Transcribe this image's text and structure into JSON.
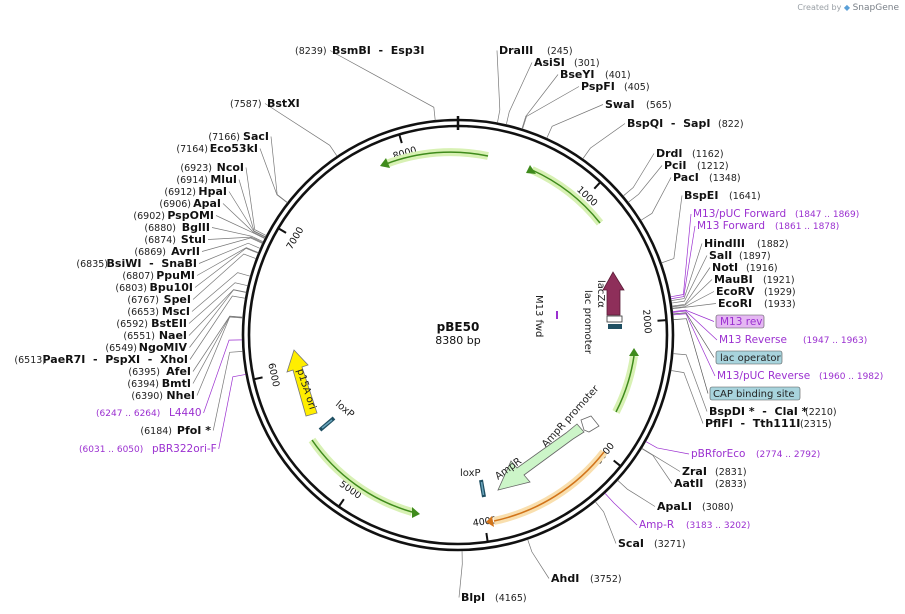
{
  "credit": {
    "prefix": "Created by",
    "brand": "SnapGene"
  },
  "plasmid": {
    "name": "pBE50",
    "size_label": "8380 bp",
    "length": 8380
  },
  "scale_ticks": [
    {
      "bp": 1000,
      "label": "1000"
    },
    {
      "bp": 2000,
      "label": "2000"
    },
    {
      "bp": 3000,
      "label": "3000"
    },
    {
      "bp": 4000,
      "label": "4000"
    },
    {
      "bp": 5000,
      "label": "5000"
    },
    {
      "bp": 6000,
      "label": "6000"
    },
    {
      "bp": 7000,
      "label": "7000"
    },
    {
      "bp": 8000,
      "label": "8000"
    }
  ],
  "enzymes_right": [
    {
      "name": "DraIII",
      "pos": "(245)",
      "bp": 245
    },
    {
      "name": "AsiSI",
      "pos": "(301)",
      "bp": 301
    },
    {
      "name": "BseYI",
      "pos": "(401)",
      "bp": 401
    },
    {
      "name": "PspFI",
      "pos": "(405)",
      "bp": 405
    },
    {
      "name": "SwaI",
      "pos": "(565)",
      "bp": 565
    },
    {
      "name": "BspQI  -  SapI",
      "pos": "(822)",
      "bp": 822
    },
    {
      "name": "DrdI",
      "pos": "(1162)",
      "bp": 1162
    },
    {
      "name": "PciI",
      "pos": "(1212)",
      "bp": 1212
    },
    {
      "name": "PacI",
      "pos": "(1348)",
      "bp": 1348
    },
    {
      "name": "BspEI",
      "pos": "(1641)",
      "bp": 1641
    },
    {
      "name": "HindIII",
      "pos": "(1882)",
      "bp": 1882
    },
    {
      "name": "SalI",
      "pos": "(1897)",
      "bp": 1897
    },
    {
      "name": "NotI",
      "pos": "(1916)",
      "bp": 1916
    },
    {
      "name": "MauBI",
      "pos": "(1921)",
      "bp": 1921
    },
    {
      "name": "EcoRV",
      "pos": "(1929)",
      "bp": 1929
    },
    {
      "name": "EcoRI",
      "pos": "(1933)",
      "bp": 1933
    },
    {
      "name": "BspDI *  -  ClaI *",
      "pos": "(2210)",
      "bp": 2210
    },
    {
      "name": "PflFI  -  Tth111I",
      "pos": "(2315)",
      "bp": 2315
    },
    {
      "name": "ZraI",
      "pos": "(2831)",
      "bp": 2831
    },
    {
      "name": "AatII",
      "pos": "(2833)",
      "bp": 2833
    },
    {
      "name": "ApaLI",
      "pos": "(3080)",
      "bp": 3080
    },
    {
      "name": "ScaI",
      "pos": "(3271)",
      "bp": 3271
    },
    {
      "name": "AhdI",
      "pos": "(3752)",
      "bp": 3752
    },
    {
      "name": "BlpI",
      "pos": "(4165)",
      "bp": 4165
    }
  ],
  "enzymes_left": [
    {
      "name": "BsmBI  -  Esp3I",
      "pos": "(8239)",
      "bp": 8239
    },
    {
      "name": "BstXI",
      "pos": "(7587)",
      "bp": 7587
    },
    {
      "name": "SacI",
      "pos": "(7166)",
      "bp": 7166
    },
    {
      "name": "Eco53kI",
      "pos": "(7164)",
      "bp": 7164
    },
    {
      "name": "NcoI",
      "pos": "(6923)",
      "bp": 6923
    },
    {
      "name": "MluI",
      "pos": "(6914)",
      "bp": 6914
    },
    {
      "name": "HpaI",
      "pos": "(6912)",
      "bp": 6912
    },
    {
      "name": "ApaI",
      "pos": "(6906)",
      "bp": 6906
    },
    {
      "name": "PspOMI",
      "pos": "(6902)",
      "bp": 6902
    },
    {
      "name": "BglII",
      "pos": "(6880)",
      "bp": 6880
    },
    {
      "name": "StuI",
      "pos": "(6874)",
      "bp": 6874
    },
    {
      "name": "AvrII",
      "pos": "(6869)",
      "bp": 6869
    },
    {
      "name": "BsiWI  -  SnaBI",
      "pos": "(6835)",
      "bp": 6835
    },
    {
      "name": "PpuMI",
      "pos": "(6807)",
      "bp": 6807
    },
    {
      "name": "Bpu10I",
      "pos": "(6803)",
      "bp": 6803
    },
    {
      "name": "SpeI",
      "pos": "(6767)",
      "bp": 6767
    },
    {
      "name": "MscI",
      "pos": "(6653)",
      "bp": 6653
    },
    {
      "name": "BstEII",
      "pos": "(6592)",
      "bp": 6592
    },
    {
      "name": "NaeI",
      "pos": "(6551)",
      "bp": 6551
    },
    {
      "name": "NgoMIV",
      "pos": "(6549)",
      "bp": 6549
    },
    {
      "name": "PaeR7I  -  PspXI  -  XhoI",
      "pos": "(6513)",
      "bp": 6513
    },
    {
      "name": "AfeI",
      "pos": "(6395)",
      "bp": 6395
    },
    {
      "name": "BmtI",
      "pos": "(6394)",
      "bp": 6394
    },
    {
      "name": "NheI",
      "pos": "(6390)",
      "bp": 6390
    },
    {
      "name": "PfoI *",
      "pos": "(6184)",
      "bp": 6184
    }
  ],
  "primers_right": [
    {
      "name": "M13/pUC Forward",
      "pos": "(1847 .. 1869)",
      "bp": 1858,
      "boxed": false
    },
    {
      "name": "M13 Forward",
      "pos": "(1861 .. 1878)",
      "bp": 1870,
      "boxed": false
    },
    {
      "name": "M13 rev",
      "pos": "",
      "bp": 1950,
      "boxed": true
    },
    {
      "name": "M13 Reverse",
      "pos": "(1947 .. 1963)",
      "bp": 1955,
      "boxed": false
    },
    {
      "name": "M13/pUC Reverse",
      "pos": "(1960 .. 1982)",
      "bp": 1971,
      "boxed": false
    },
    {
      "name": "pBRforEco",
      "pos": "(2774 .. 2792)",
      "bp": 2783,
      "boxed": false
    },
    {
      "name": "Amp-R",
      "pos": "(3183 .. 3202)",
      "bp": 3192,
      "boxed": false
    }
  ],
  "primers_left": [
    {
      "name": "L4440",
      "pos": "(6247 .. 6264)",
      "bp": 6255
    },
    {
      "name": "pBR322ori-F",
      "pos": "(6031 .. 6050)",
      "bp": 6040
    }
  ],
  "site_boxes": [
    {
      "name": "lac operator",
      "bp": 1965
    },
    {
      "name": "CAP binding site",
      "bp": 2000
    }
  ],
  "features": [
    {
      "name": "lacZα",
      "kind": "arrow"
    },
    {
      "name": "lac promoter",
      "kind": "promoter"
    },
    {
      "name": "M13 fwd",
      "kind": "primer"
    },
    {
      "name": "AmpR promoter",
      "kind": "promoter"
    },
    {
      "name": "AmpR",
      "kind": "gene"
    },
    {
      "name": "p15A ori",
      "kind": "origin"
    },
    {
      "name": "loxP",
      "kind": "site"
    },
    {
      "name": "loxP",
      "kind": "site"
    }
  ],
  "colors": {
    "primer": "#9b30d0",
    "orf": "#7ac142",
    "ampr": "#ccf5c8",
    "ori": "#ffee00",
    "lacz": "#8e2f5a",
    "boxes": "#a8d4dd",
    "primerbox": "#e5b7f3"
  }
}
